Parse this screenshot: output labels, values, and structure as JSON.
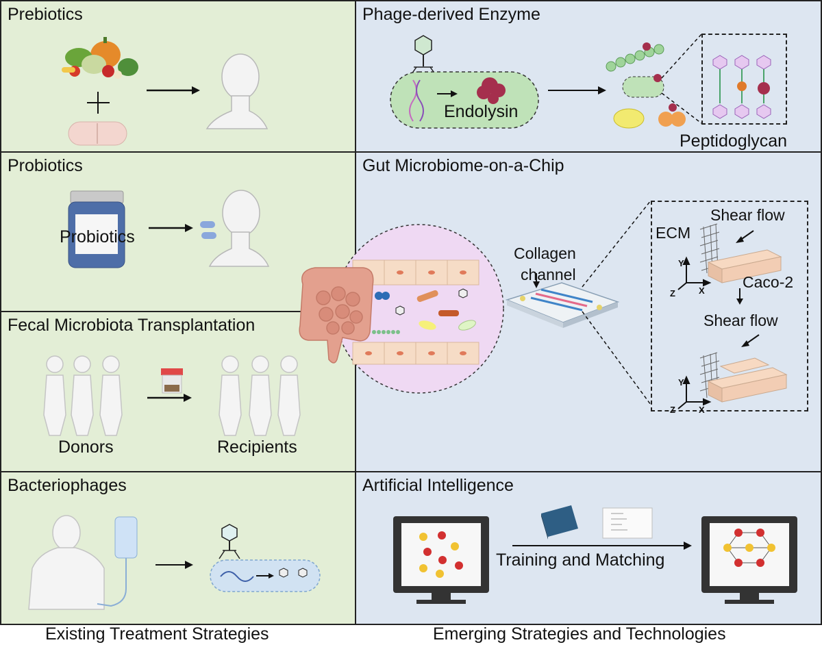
{
  "left": {
    "prebiotics": {
      "title": "Prebiotics"
    },
    "probiotics": {
      "title": "Probiotics",
      "bottle_label": "Probiotics"
    },
    "fmt": {
      "title": "Fecal Microbiota Transplantation",
      "donors": "Donors",
      "recipients": "Recipients"
    },
    "bacteriophages": {
      "title": "Bacteriophages"
    },
    "caption": "Existing Treatment Strategies"
  },
  "right": {
    "enzyme": {
      "title": "Phage-derived Enzyme",
      "endolysin": "Endolysin",
      "peptidoglycan": "Peptidoglycan"
    },
    "chip": {
      "title": "Gut Microbiome-on-a-Chip",
      "collagen": "Collagen",
      "channel": "channel",
      "ecm": "ECM",
      "shear_flow_1": "Shear flow",
      "shear_flow_2": "Shear flow",
      "caco2": "Caco-2",
      "axis_y": "Y",
      "axis_x": "X",
      "axis_z": "Z"
    },
    "ai": {
      "title": "Artificial Intelligence",
      "training": "Training and Matching"
    },
    "caption": "Emerging Strategies and Technologies"
  },
  "colors": {
    "left_bg": "#e3eed6",
    "right_bg": "#dde6f1",
    "bacteria_green": "#a9dba0",
    "endolysin_red": "#a52f4d",
    "gut_pink": "#e8c6f0",
    "intestine": "#e3a08e"
  }
}
